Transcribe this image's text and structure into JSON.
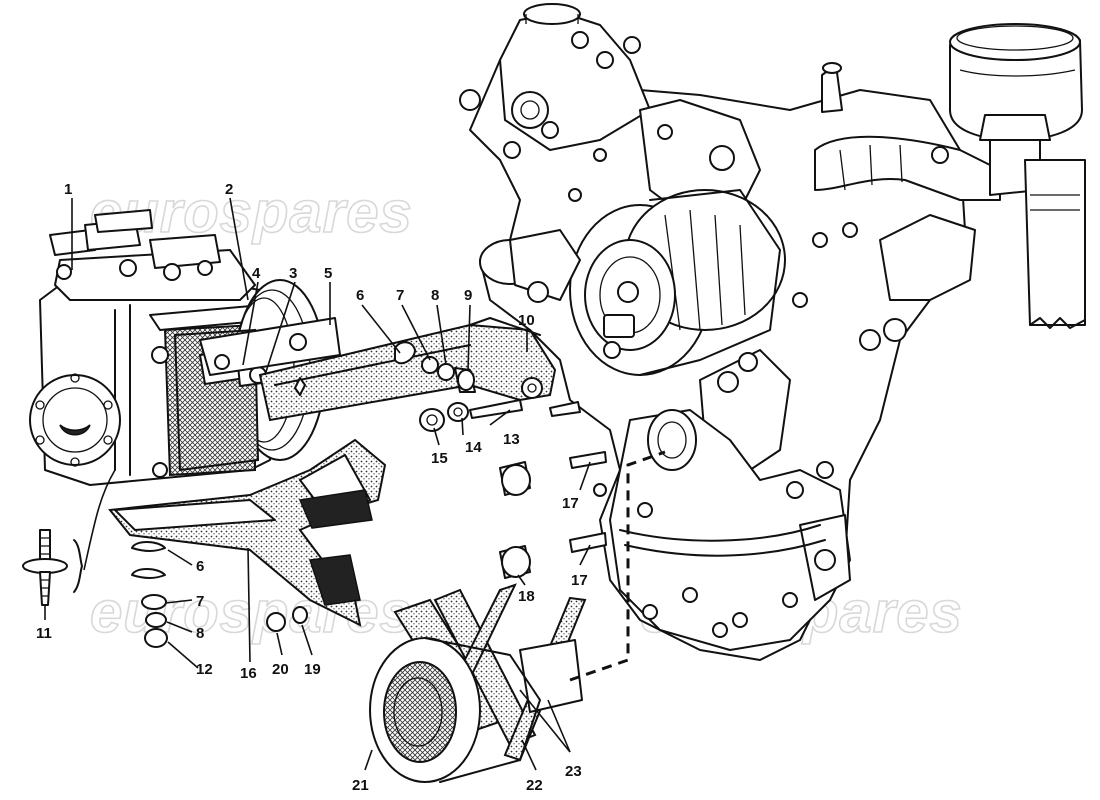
{
  "watermark": {
    "text": "eurospares"
  },
  "callouts": [
    {
      "label": "1"
    },
    {
      "label": "2"
    },
    {
      "label": "3"
    },
    {
      "label": "4"
    },
    {
      "label": "5"
    },
    {
      "label": "6"
    },
    {
      "label": "7"
    },
    {
      "label": "8"
    },
    {
      "label": "9"
    },
    {
      "label": "10"
    },
    {
      "label": "13"
    },
    {
      "label": "14"
    },
    {
      "label": "15"
    },
    {
      "label": "17"
    },
    {
      "label": "17"
    },
    {
      "label": "18"
    },
    {
      "label": "6"
    },
    {
      "label": "7"
    },
    {
      "label": "8"
    },
    {
      "label": "12"
    },
    {
      "label": "11"
    },
    {
      "label": "16"
    },
    {
      "label": "20"
    },
    {
      "label": "19"
    },
    {
      "label": "21"
    },
    {
      "label": "22"
    },
    {
      "label": "23"
    }
  ]
}
